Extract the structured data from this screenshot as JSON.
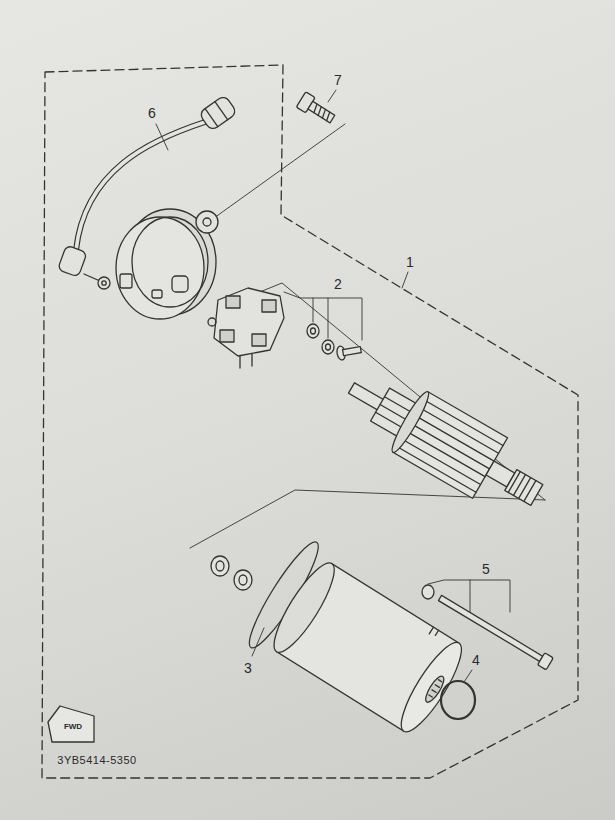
{
  "diagram": {
    "labels": [
      "7",
      "6",
      "2",
      "1",
      "3",
      "4",
      "5",
      "FWD",
      "3YB5414-5350"
    ]
  }
}
